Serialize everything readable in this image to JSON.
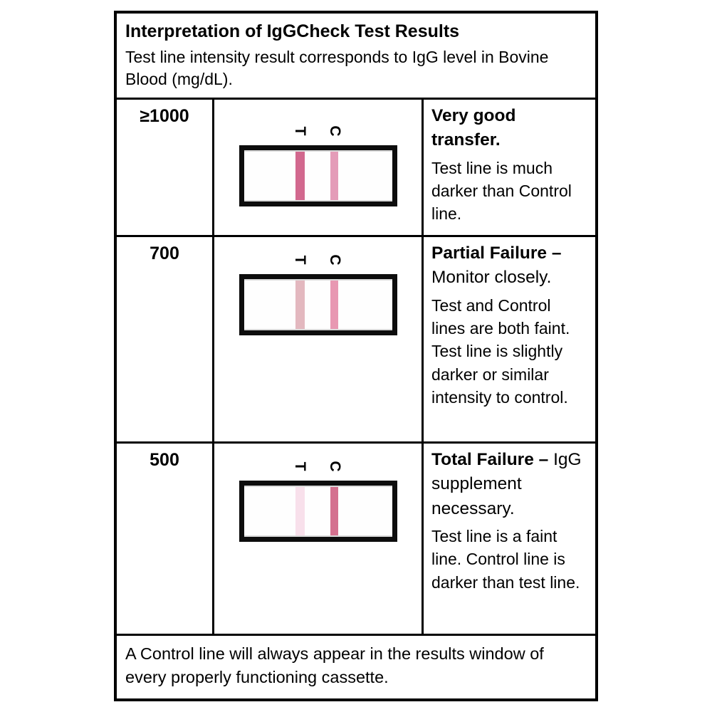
{
  "header": {
    "title": "Interpretation of IgGCheck Test Results",
    "subtitle": "Test line intensity result corresponds to IgG level in Bovine Blood (mg/dL)."
  },
  "strip_labels": {
    "test": "T",
    "control": "C"
  },
  "rows": [
    {
      "level": "≥1000",
      "heading_bold": "Very good transfer.",
      "heading_rest": "",
      "body": "Test line is much darker than Control line.",
      "test_line_color": "#d2688e",
      "control_line_color": "#e49cb8"
    },
    {
      "level": "700",
      "heading_bold": "Partial Failure –",
      "heading_rest": "Monitor closely.",
      "body": "Test and Control lines are both faint. Test line is slightly darker or similar intensity to control.",
      "test_line_color": "#e3b8bf",
      "control_line_color": "#e898b2"
    },
    {
      "level": "500",
      "heading_bold": "Total Failure –",
      "heading_rest": "IgG supplement necessary.",
      "body": "Test line is a faint line. Control line is darker than test line.",
      "test_line_color": "#f8e0eb",
      "control_line_color": "#d4718f"
    }
  ],
  "footer": {
    "text": "A Control line will always appear in the results window of every properly functioning cassette."
  }
}
